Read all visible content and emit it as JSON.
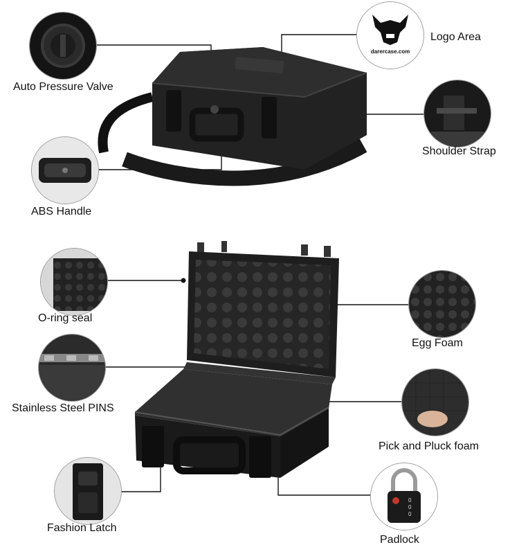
{
  "brand": {
    "logo_text": "darercase.com"
  },
  "callouts": {
    "auto_pressure_valve": "Auto Pressure Valve",
    "logo_area": "Logo Area",
    "shoulder_strap": "Shoulder Strap",
    "abs_handle": "ABS Handle",
    "o_ring_seal": "O-ring seal",
    "egg_foam": "Egg Foam",
    "stainless_steel_pins": "Stainless Steel PINS",
    "pick_and_pluck_foam": "Pick and Pluck foam",
    "fashion_latch": "Fashion Latch",
    "padlock": "Padlock"
  },
  "padlock_dial_digits": [
    "0",
    "0",
    "0"
  ],
  "colors": {
    "case_body": "#1c1c1c",
    "foam": "#2a2a2a",
    "callout_line": "#111111"
  }
}
